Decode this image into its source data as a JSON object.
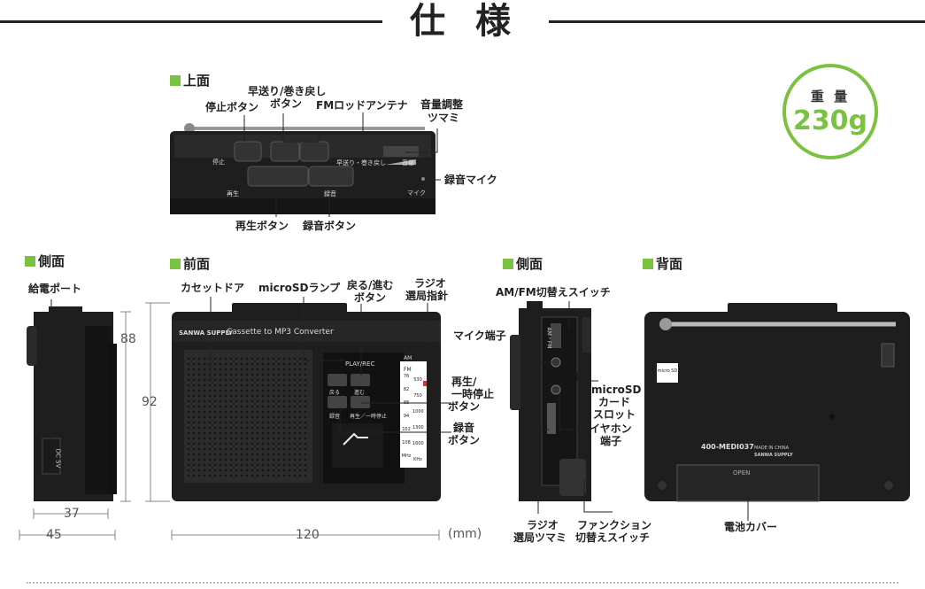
{
  "heading": "仕 様",
  "weight": {
    "label": "重 量",
    "value": "230g"
  },
  "sections": {
    "top": "上面",
    "side_left": "側面",
    "front": "前面",
    "side_right": "側面",
    "back": "背面"
  },
  "top_labels": {
    "stop": "停止ボタン",
    "ff_rw_1": "早送り/巻き戻し",
    "ff_rw_2": "ボタン",
    "antenna": "FMロッドアンテナ",
    "volume_1": "音量調整",
    "volume_2": "ツマミ",
    "mic": "録音マイク",
    "play": "再生ボタン",
    "rec": "録音ボタン",
    "btn_stop": "停止",
    "btn_ff": "早送り・巻き戻し",
    "btn_vol": "音量",
    "btn_mic": "マイク",
    "btn_play": "再生",
    "btn_rec": "録音"
  },
  "side_left_labels": {
    "power": "給電ポート",
    "dc": "DC 5V",
    "dim_height": "88",
    "dim_depth_inner": "37",
    "dim_depth_outer": "45"
  },
  "front_labels": {
    "cassette_door": "カセットドア",
    "sd_lamp": "microSDランプ",
    "back_fwd_1": "戻る/進む",
    "back_fwd_2": "ボタン",
    "radio_needle_1": "ラジオ",
    "radio_needle_2": "選局指針",
    "play_pause_1": "再生/",
    "play_pause_2": "一時停止",
    "play_pause_3": "ボタン",
    "rec_1": "録音",
    "rec_2": "ボタン",
    "brand": "SANWA SUPPLY",
    "model_text": "Cassette to MP3 Converter",
    "play_rec": "PLAY/REC",
    "btn_back": "戻る",
    "btn_fwd": "進む",
    "btn_rec": "録音",
    "btn_playpause": "再生／一時停止",
    "dim_height": "92",
    "dim_width": "120",
    "unit": "(mm)",
    "band_am": "AM",
    "band_fm": "FM",
    "am_scale": [
      "530",
      "750",
      "1000",
      "1300",
      "1600",
      "KHz"
    ],
    "fm_scale": [
      "76",
      "82",
      "88",
      "94",
      "102",
      "108",
      "MHz"
    ]
  },
  "side_right_labels": {
    "am_fm": "AM/FM切替えスイッチ",
    "mic_jack": "マイク端子",
    "sd_slot_1": "microSD",
    "sd_slot_2": "カード",
    "sd_slot_3": "スロット",
    "earphone_1": "イヤホン",
    "earphone_2": "端子",
    "radio_knob_1": "ラジオ",
    "radio_knob_2": "選局ツマミ",
    "func_1": "ファンクション",
    "func_2": "切替えスイッチ",
    "switch_text": "AM・FM"
  },
  "back_labels": {
    "battery": "電池カバー",
    "model": "400-MEDI037",
    "made": "MADE IN CHINA",
    "brand": "SANWA SUPPLY",
    "open": "OPEN",
    "sd_logo": "micro SD"
  },
  "colors": {
    "accent": "#7bc142",
    "device": "#1e1e1e",
    "line": "#222222"
  }
}
